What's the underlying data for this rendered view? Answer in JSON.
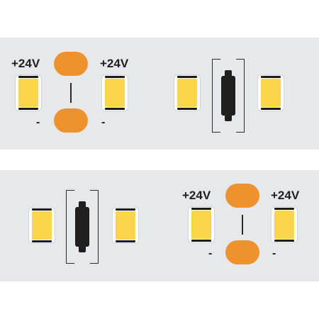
{
  "panels": {
    "top_left": {
      "label_left": "+24V",
      "label_right": "+24V",
      "minus_left": "-",
      "minus_right": "-"
    },
    "bottom_right": {
      "label_left": "+24V",
      "label_right": "+24V",
      "minus_left": "-",
      "minus_right": "-"
    }
  },
  "colors": {
    "strip": "#e6e8ec",
    "led_yellow": "#fcd64a",
    "solder_pad": "#ee922d",
    "connector": "#1f1f1f"
  },
  "icons": [
    "led-chip-icon",
    "solder-pad-icon",
    "connector-clip-icon"
  ]
}
